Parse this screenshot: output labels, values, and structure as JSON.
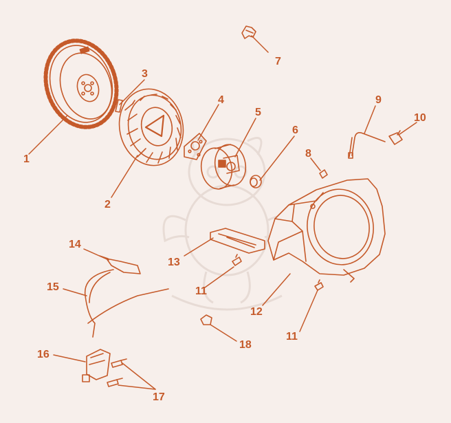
{
  "colors": {
    "ink": "#c55a2a",
    "background": "#f7efeb",
    "watermark": "#e6d9d3"
  },
  "diagram": {
    "watermark_icon": "dragon-mascot-icon",
    "callouts": [
      {
        "id": "c1",
        "label": "1"
      },
      {
        "id": "c2",
        "label": "2"
      },
      {
        "id": "c3",
        "label": "3"
      },
      {
        "id": "c4",
        "label": "4"
      },
      {
        "id": "c5",
        "label": "5"
      },
      {
        "id": "c6",
        "label": "6"
      },
      {
        "id": "c7",
        "label": "7"
      },
      {
        "id": "c8",
        "label": "8"
      },
      {
        "id": "c9",
        "label": "9"
      },
      {
        "id": "c10",
        "label": "10"
      },
      {
        "id": "c11a",
        "label": "11"
      },
      {
        "id": "c11b",
        "label": "11"
      },
      {
        "id": "c12",
        "label": "12"
      },
      {
        "id": "c13",
        "label": "13"
      },
      {
        "id": "c14",
        "label": "14"
      },
      {
        "id": "c15",
        "label": "15"
      },
      {
        "id": "c16",
        "label": "16"
      },
      {
        "id": "c17",
        "label": "17"
      },
      {
        "id": "c18",
        "label": "18"
      }
    ]
  }
}
